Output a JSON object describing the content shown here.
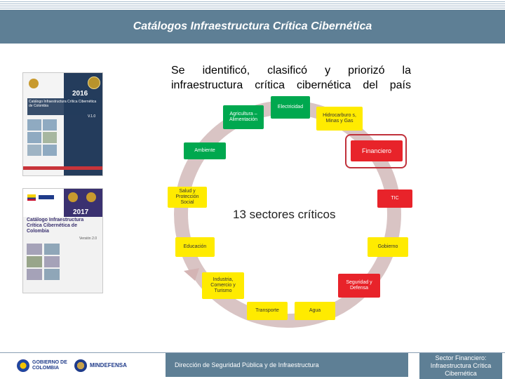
{
  "header": {
    "title": "Catálogos Infraestructura Crítica Cibernética"
  },
  "intro": "Se identificó, clasificó y priorizó la infraestructura crítica cibernética del país",
  "covers": [
    {
      "year": "2016",
      "title": "Catálogo Infraestructura Crítica Cibernética de Colombia",
      "version": "V.1.0"
    },
    {
      "year": "2017",
      "title": "Catálogo Infraestructura Crítica Cibernética de Colombia",
      "version": "Versión 2.0"
    }
  ],
  "diagram": {
    "center_label": "13 sectores críticos",
    "sectors": {
      "electricidad": "Electricidad",
      "hidrocarburos": "Hidrocarburo s, Minas y Gas",
      "agricultura": "Agricultura – Alimentación",
      "ambiente": "Ambiente",
      "financiero": "Financiero",
      "salud": "Salud y Protección Social",
      "tic": "TIC",
      "educacion": "Educación",
      "gobierno": "Gobierno",
      "industria": "Industria, Comercio y Turismo",
      "seguridad": "Seguridad y Defensa",
      "transporte": "Transporte",
      "agua": "Agua"
    }
  },
  "footer": {
    "logo_gobierno": "GOBIERNO DE COLOMBIA",
    "logo_mindefensa": "MINDEFENSA",
    "department": "Dirección de Seguridad Pública y de Infraestructura",
    "side_note": "Sector Financiero: Infraestructura Crítica Cibernética"
  },
  "colors": {
    "header": "#5e7f95",
    "yellow": "#ffeb00",
    "green": "#00a84f",
    "red": "#e8232a",
    "ring": "#d9c4c4"
  }
}
